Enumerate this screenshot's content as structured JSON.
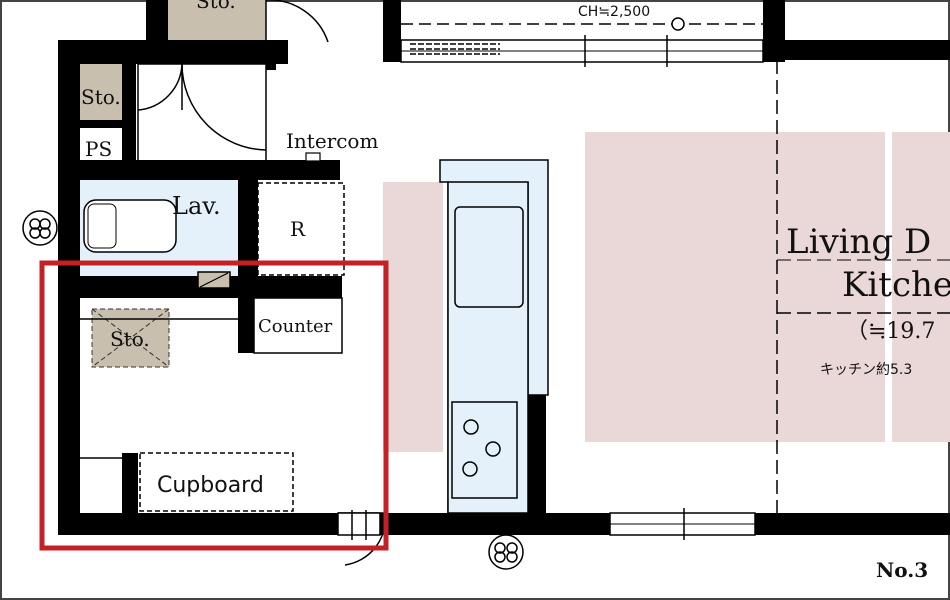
{
  "plan": {
    "labels": {
      "ceiling_height": "CH≒2,500",
      "sto_top": "Sto.",
      "sto_left": "Sto.",
      "ps": "PS",
      "intercom": "Intercom",
      "lav": "Lav.",
      "restroom": "R",
      "counter": "Counter",
      "sto_middle": "Sto.",
      "cupboard": "Cupboard",
      "living_line1": "Living D",
      "living_line2": "Kitche",
      "living_area": "（≒19.7",
      "kitchen_note": "キッチン約5.3",
      "unit_number": "No.3"
    },
    "colors": {
      "wall": "#000000",
      "storage_fill": "#c9bfae",
      "wet_area_fill": "#e4f1fb",
      "highlight_pink": "#ead7d7",
      "red_frame": "#c42026",
      "kitchen_counter": "#e4f1fb"
    }
  }
}
